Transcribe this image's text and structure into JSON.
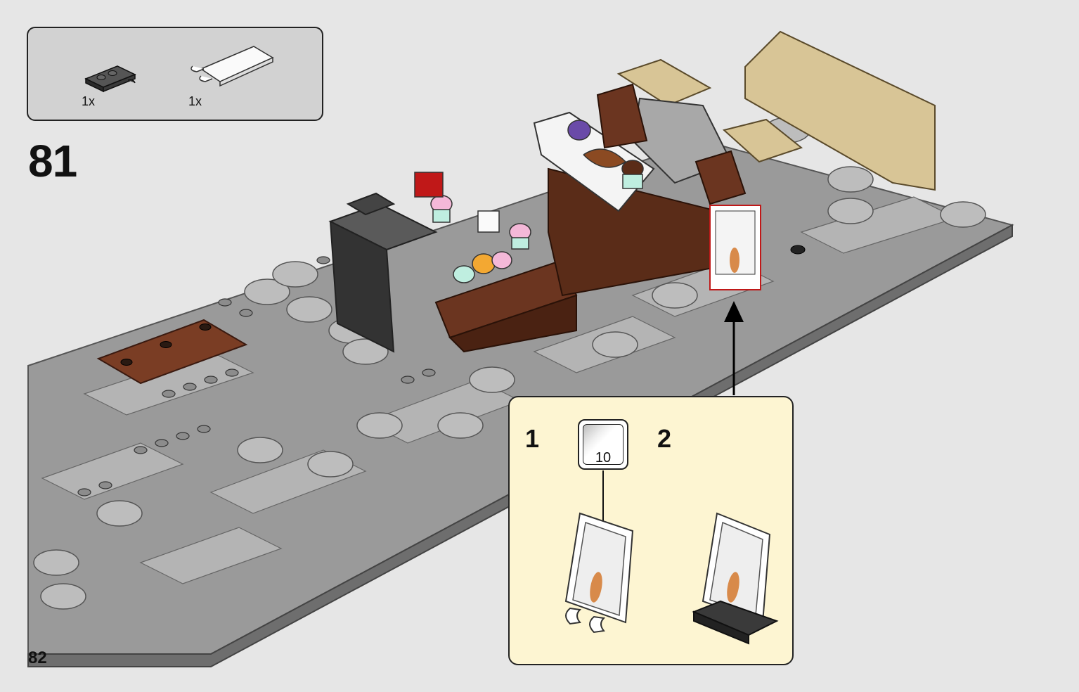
{
  "parts_list": {
    "items": [
      {
        "name": "dark-gray-plate-with-clips",
        "qty": "1x",
        "color": "#3a3a3a"
      },
      {
        "name": "white-tile-with-clips",
        "qty": "1x",
        "color": "#ffffff"
      }
    ]
  },
  "step": {
    "number": "81"
  },
  "callout": {
    "substep_1": "1",
    "substep_2": "2",
    "sticker_number": "10"
  },
  "page": {
    "number": "82"
  },
  "colors": {
    "background": "#e6e6e6",
    "parts_box": "#d2d2d2",
    "callout_bg": "#fdf5d2",
    "baseplate": "#8a8a8a",
    "brown": "#5a2d1a",
    "tan": "#d8c596"
  }
}
